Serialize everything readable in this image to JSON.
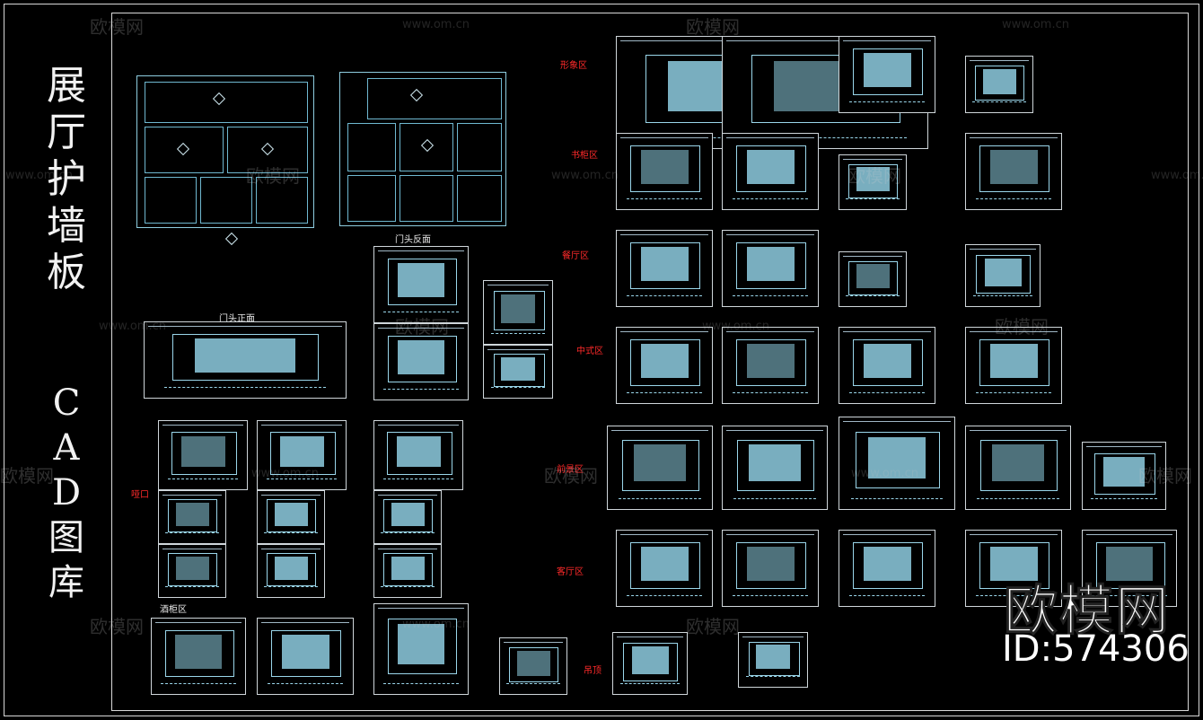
{
  "title_chars": [
    "展",
    "厅",
    "护",
    "墙",
    "板"
  ],
  "subtitle_chars": [
    "C",
    "A",
    "D",
    "图",
    "库"
  ],
  "captions": {
    "door_back": "门头反面",
    "door_front": "门头正面",
    "wine_cabinet": "酒柜区"
  },
  "zones": {
    "image": "形象区",
    "bookcase": "书柜区",
    "dining": "餐厅区",
    "chinese": "中式区",
    "bedside": "前景区",
    "living": "客厅区",
    "ceiling": "吊顶",
    "arch": "哑口"
  },
  "watermark": {
    "brand": "欧模网",
    "url": "www.om.cn"
  },
  "brand_logo": "欧模网",
  "id_label": "ID:574306",
  "colors": {
    "background": "#000000",
    "line": "#8ecde0",
    "zone_label": "#ff2a2a",
    "text": "#f2f2f2"
  }
}
